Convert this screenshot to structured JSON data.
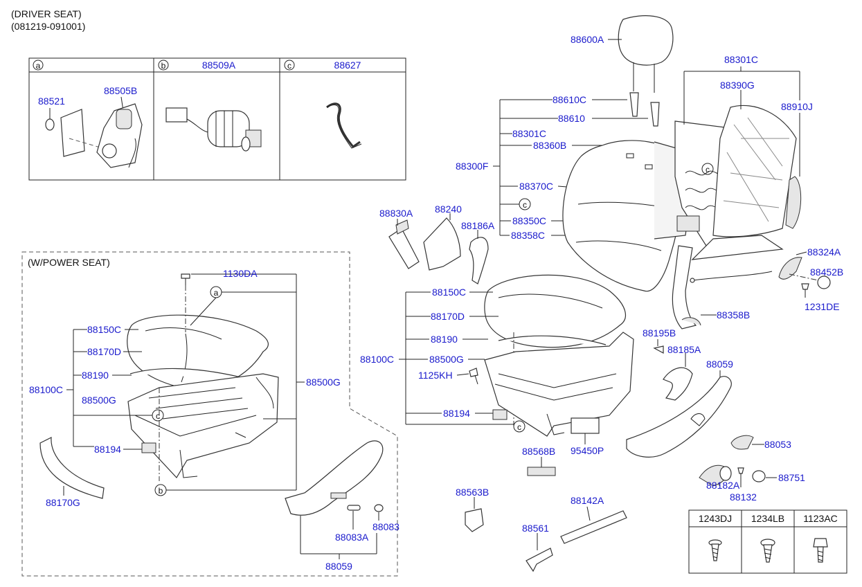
{
  "header": {
    "line1": "(DRIVER SEAT)",
    "line2": "(081219-091001)"
  },
  "inset_box": {
    "cells": [
      {
        "letter": "a",
        "parts": [
          "88521",
          "88505B"
        ]
      },
      {
        "letter": "b",
        "title": "88509A"
      },
      {
        "letter": "c",
        "title": "88627"
      }
    ]
  },
  "power_seat": {
    "title": "(W/POWER SEAT)",
    "labels": {
      "p1130DA": "1130DA",
      "p88150C": "88150C",
      "p88170D": "88170D",
      "p88190": "88190",
      "p88100C": "88100C",
      "p88500G_a": "88500G",
      "p88500G_b": "88500G",
      "p88194": "88194",
      "p88170G": "88170G",
      "p88083A": "88083A",
      "p88083": "88083",
      "p88059": "88059",
      "circ_a": "a",
      "circ_b": "b",
      "circ_c": "c"
    }
  },
  "main": {
    "labels": {
      "p88600A": "88600A",
      "p88610C": "88610C",
      "p88610": "88610",
      "p88301C_a": "88301C",
      "p88360B": "88360B",
      "p88300F": "88300F",
      "p88370C": "88370C",
      "p88350C": "88350C",
      "p88358C": "88358C",
      "p88830A": "88830A",
      "p88240": "88240",
      "p88186A": "88186A",
      "p88301C_b": "88301C",
      "p88390G": "88390G",
      "p88910J": "88910J",
      "p88324A": "88324A",
      "p88452B": "88452B",
      "p1231DE": "1231DE",
      "p88358B": "88358B",
      "p88150C": "88150C",
      "p88170D": "88170D",
      "p88190": "88190",
      "p88100C": "88100C",
      "p88500G": "88500G",
      "p1125KH": "1125KH",
      "p88194": "88194",
      "p88195B": "88195B",
      "p88185A": "88185A",
      "p88059": "88059",
      "p88053": "88053",
      "p88182A": "88182A",
      "p88132": "88132",
      "p88751": "88751",
      "p88568B": "88568B",
      "p95450P": "95450P",
      "p88563B": "88563B",
      "p88142A": "88142A",
      "p88561": "88561",
      "circ_c1": "c",
      "circ_c2": "c",
      "circ_c3": "c"
    }
  },
  "fastener_table": {
    "columns": [
      "1243DJ",
      "1234LB",
      "1123AC"
    ]
  }
}
